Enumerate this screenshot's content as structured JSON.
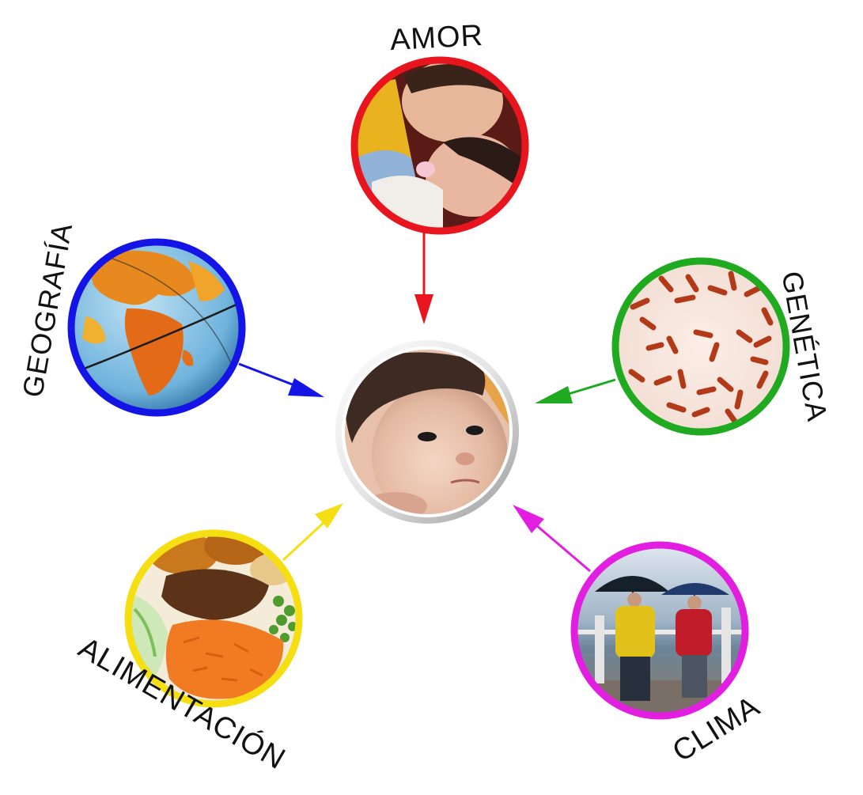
{
  "center": {
    "name": "newborn-baby",
    "ring_color": "#cfcfcf"
  },
  "nodes": [
    {
      "id": "amor",
      "label": "AMOR",
      "color": "#e8141e",
      "image": "boy-kissing-baby"
    },
    {
      "id": "geografia",
      "label": "GEOGRAFÍA",
      "color": "#1414e6",
      "image": "world-globe"
    },
    {
      "id": "genetica",
      "label": "GENÉTICA",
      "color": "#1faa1f",
      "image": "chromosomes"
    },
    {
      "id": "alimentacion",
      "label": "ALIMENTACIÓN",
      "color": "#f5df12",
      "image": "plate-of-food"
    },
    {
      "id": "clima",
      "label": "CLIMA",
      "color": "#e21ee0",
      "image": "people-with-umbrellas"
    }
  ]
}
